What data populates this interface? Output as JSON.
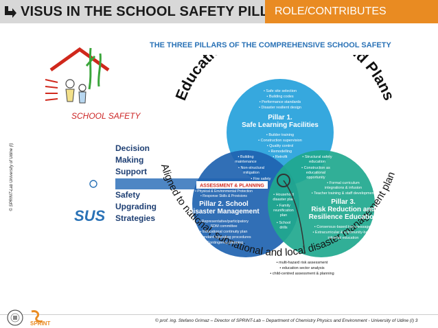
{
  "header": {
    "title": "VISUS IN THE SCHOOL SAFETY PILLARS",
    "tag": "ROLE/CONTRIBUTES"
  },
  "subtitle": "THE THREE PILLARS OF THE COMPREHENSIVE SCHOOL SAFETY",
  "left": {
    "school_safety": "SCHOOL SAFETY",
    "credit": "© SPRINT-Lab University of Udine (I)",
    "decision": [
      "Decision",
      "Making",
      "Support"
    ],
    "safety": [
      "Safety",
      "Upgrading",
      "Strategies"
    ],
    "sus_logo": "SUS"
  },
  "diagram": {
    "arc_top": "Education Sector Policies and Plans",
    "arc_left": "Aligned to national, subnational and local disaster management plans",
    "pillar1": {
      "title1": "Pillar 1.",
      "title2": "Safe Learning Facilities",
      "top_bullets": [
        "• Safe site selection",
        "• Building codes",
        "• Performance standards",
        "• Disaster resilient design"
      ],
      "bottom_bullets": [
        "• Builder training",
        "• Construction supervision",
        "• Quality control",
        "• Remodelling",
        "• Retrofit"
      ]
    },
    "pillar2": {
      "title1": "Pillar 2. School",
      "title2": "Disaster Management",
      "bullets": [
        "• Representative/participatory",
        "SDM committee",
        "• Educational continuity plan",
        "• Standard operating procedures",
        "• Contingency planning"
      ],
      "top_lines": [
        "• Physical & Environmental Protection",
        "• Response Skills & Provisions"
      ]
    },
    "pillar3": {
      "title1": "Pillar 3.",
      "title2": "Risk Reduction and",
      "title3": "Resilience Education",
      "top_bullets": [
        "• Formal curriculum",
        "integrations & infusion",
        "• Teacher training & staff development"
      ],
      "bottom_bullets": [
        "• Consensus-based key messages",
        "• Extracurricular & community-based",
        "informal education"
      ]
    },
    "overlap12": [
      "• Building",
      "maintenance",
      "• Non-structural",
      "mitigation",
      "• Fire safety"
    ],
    "overlap13": [
      "• Structural safety",
      "education",
      "• Construction as",
      "educational",
      "opportunity"
    ],
    "overlap23": [
      "• Household",
      "disaster plan",
      "• Family",
      "reunification",
      "plan",
      "• School",
      "drills"
    ],
    "assessment": "ASSESSMENT & PLANNING",
    "bottom_bullets": [
      "• multi-hazard risk assessment",
      "• education sector analysis",
      "• child-centred assessment & planning"
    ]
  },
  "footer": {
    "text": "© prof. ing. Stefano Grimaz – Director of SPRINT-Lab – Department of Chemistry Physics and Environment - University of Udine (I)  3",
    "logo": "SPRINT"
  },
  "colors": {
    "header_bg": "#d8d8d8",
    "accent_orange": "#e98b22",
    "title_blue": "#2a72b6",
    "pillar1": "#2ba3dc",
    "pillar2": "#1f63b0",
    "pillar3": "#1fa88e",
    "assessment_red": "#d0281c"
  }
}
